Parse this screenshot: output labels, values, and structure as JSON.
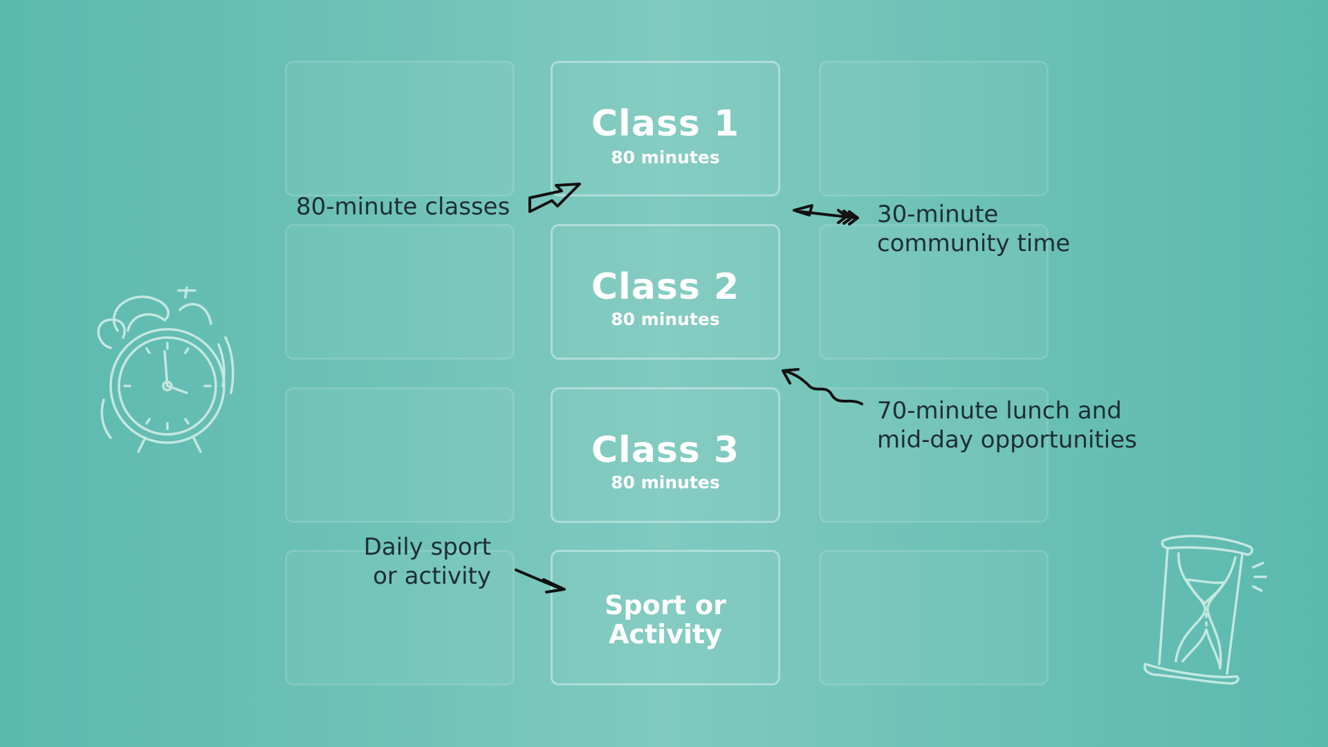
{
  "colors": {
    "background": "#6fc2b7",
    "box_text": "#ffffff",
    "note_text": "#1d2e33",
    "arrow": "#111111",
    "doodle": "#bfe6df"
  },
  "schedule": [
    {
      "title": "Class 1",
      "subtitle": "80 minutes"
    },
    {
      "title": "Class 2",
      "subtitle": "80 minutes"
    },
    {
      "title": "Class 3",
      "subtitle": "80 minutes"
    },
    {
      "title_lines": [
        "Sport or",
        "Activity"
      ]
    }
  ],
  "annotations": {
    "classes": "80-minute classes",
    "community": [
      "30-minute",
      "community time"
    ],
    "lunch": [
      "70-minute lunch and",
      "mid-day opportunities"
    ],
    "sport": [
      "Daily sport",
      "or activity"
    ]
  },
  "icons": [
    "alarm-clock-icon",
    "hourglass-icon",
    "arrow-icon"
  ]
}
